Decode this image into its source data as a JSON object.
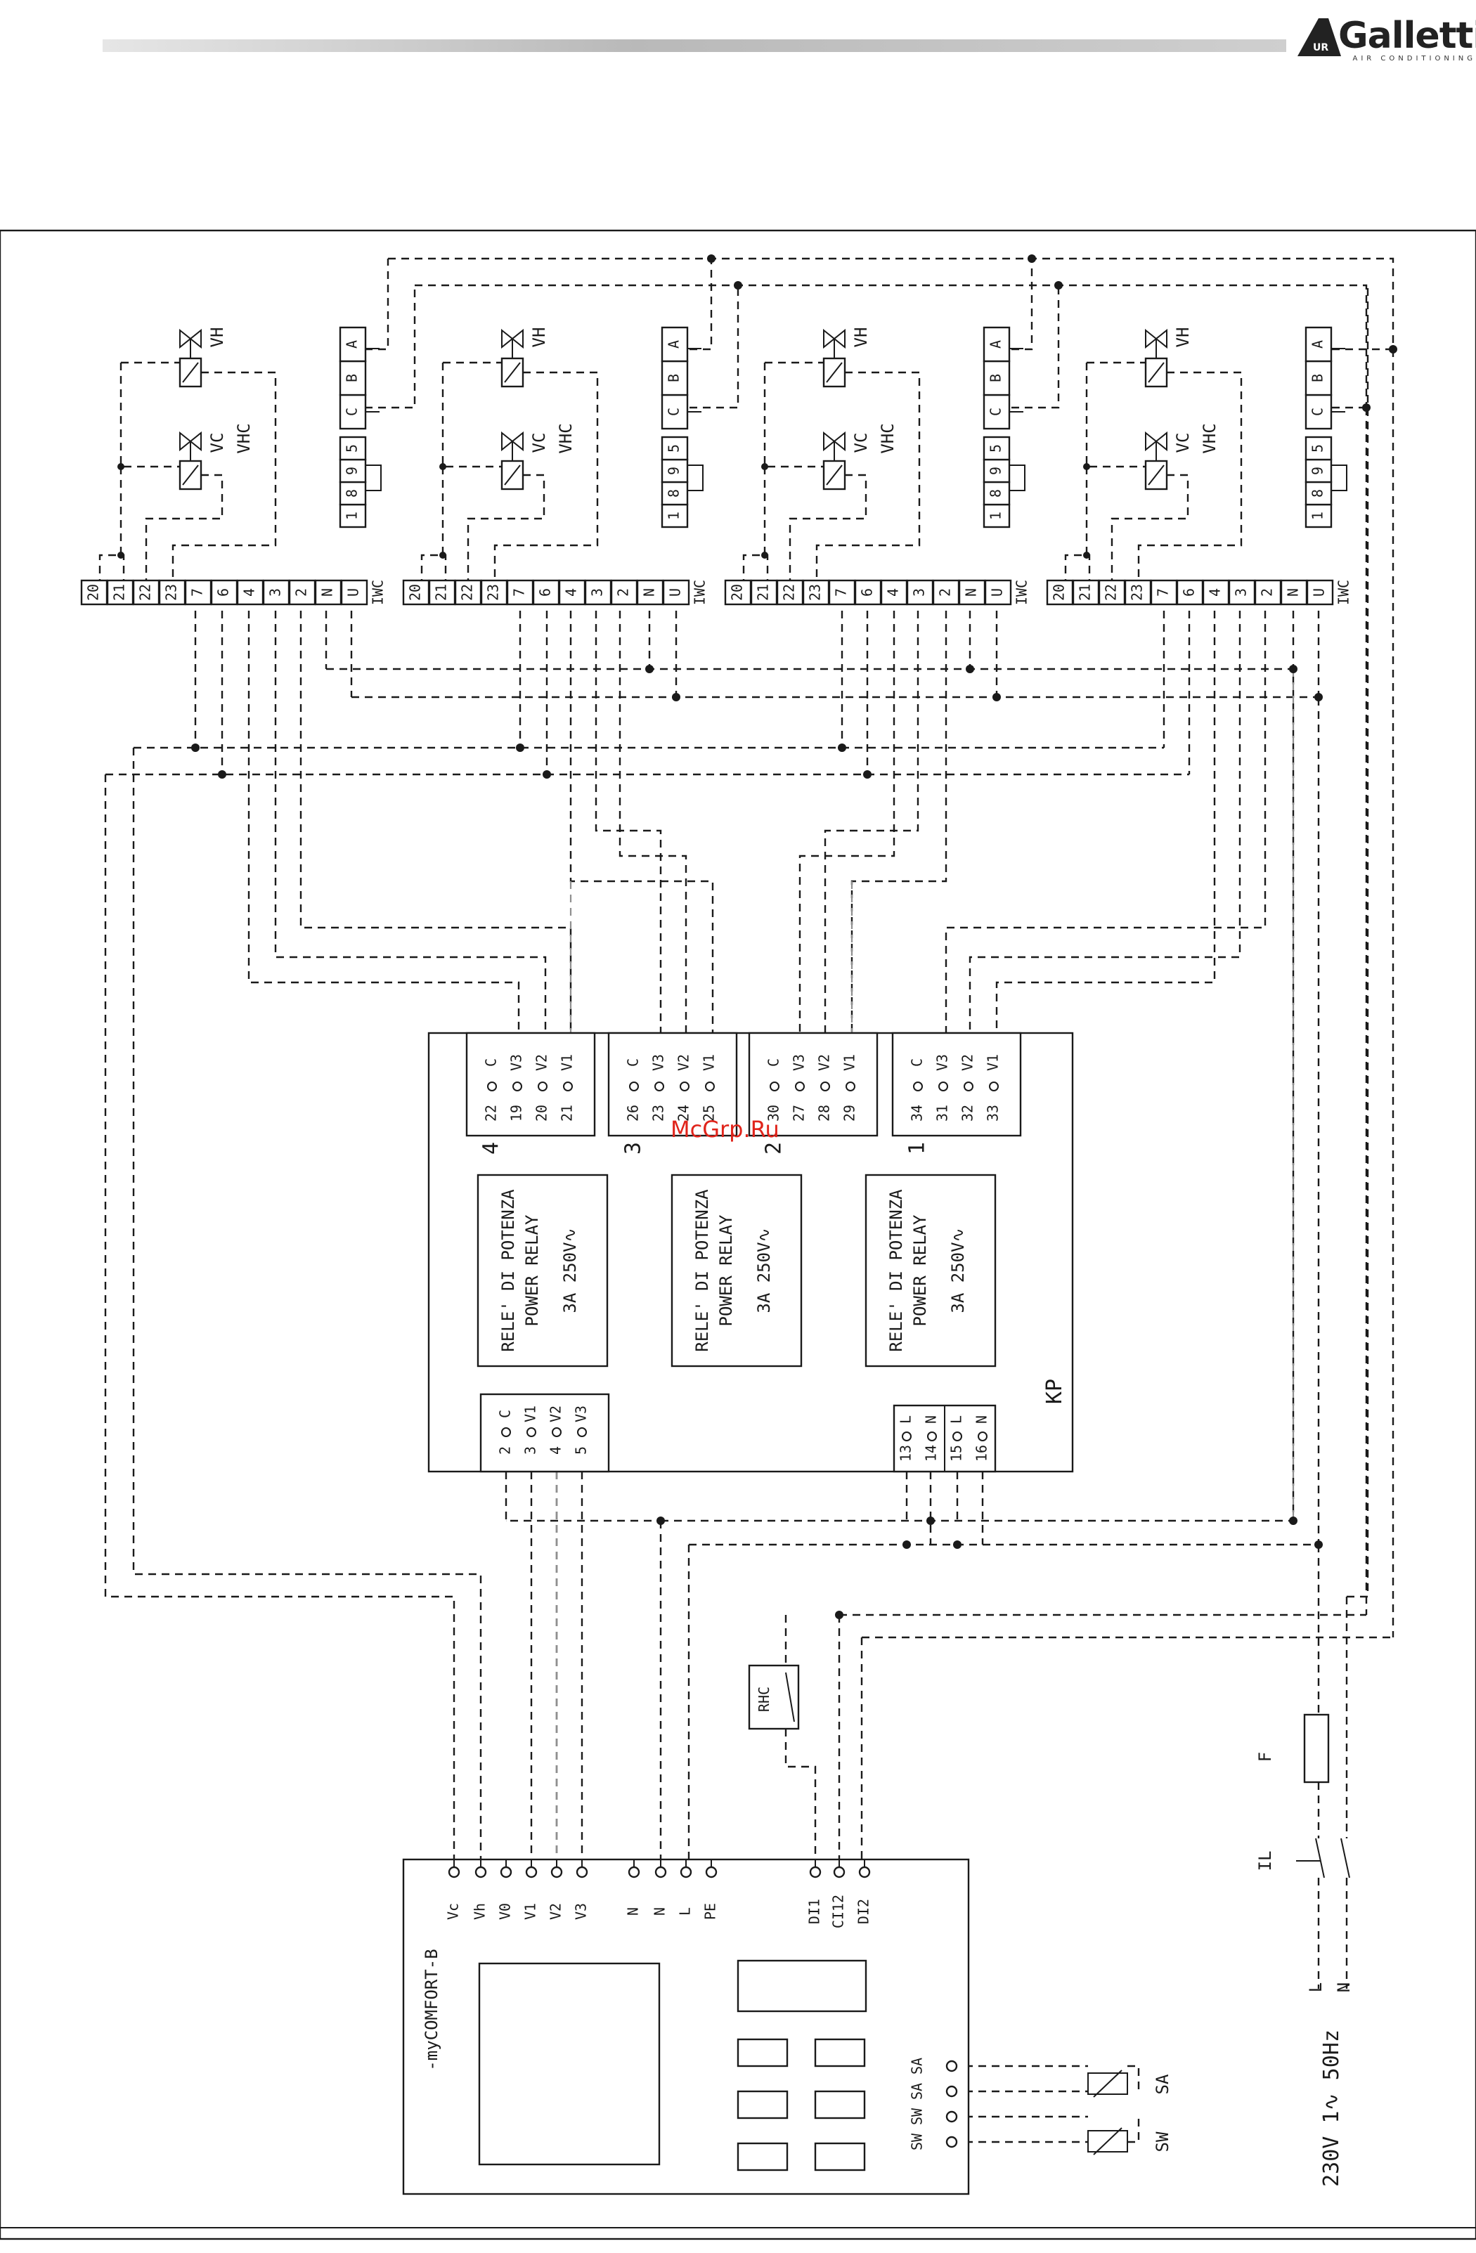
{
  "brand": {
    "name": "Galletti",
    "tagline": "AIR CONDITIONING"
  },
  "watermark": "McGrp.Ru",
  "units": [
    {
      "id": 1,
      "terminal_block": [
        "20",
        "21",
        "22",
        "23",
        "7",
        "6",
        "4",
        "3",
        "2",
        "N",
        "U"
      ],
      "terminal_label": "IWC",
      "connector_cba": [
        "C",
        "B",
        "A"
      ],
      "connector_1895": [
        "1",
        "8",
        "9",
        "5"
      ],
      "valve_labels": {
        "vh": "VH",
        "vc": "VC",
        "vhc": "VHC"
      }
    },
    {
      "id": 2,
      "terminal_block": [
        "20",
        "21",
        "22",
        "23",
        "7",
        "6",
        "4",
        "3",
        "2",
        "N",
        "U"
      ],
      "terminal_label": "IWC",
      "connector_cba": [
        "C",
        "B",
        "A"
      ],
      "connector_1895": [
        "1",
        "8",
        "9",
        "5"
      ],
      "valve_labels": {
        "vh": "VH",
        "vc": "VC",
        "vhc": "VHC"
      }
    },
    {
      "id": 3,
      "terminal_block": [
        "20",
        "21",
        "22",
        "23",
        "7",
        "6",
        "4",
        "3",
        "2",
        "N",
        "U"
      ],
      "terminal_label": "IWC",
      "connector_cba": [
        "C",
        "B",
        "A"
      ],
      "connector_1895": [
        "1",
        "8",
        "9",
        "5"
      ],
      "valve_labels": {
        "vh": "VH",
        "vc": "VC",
        "vhc": "VHC"
      }
    },
    {
      "id": 4,
      "terminal_block": [
        "20",
        "21",
        "22",
        "23",
        "7",
        "6",
        "4",
        "3",
        "2",
        "N",
        "U"
      ],
      "terminal_label": "IWC",
      "connector_cba": [
        "C",
        "B",
        "A"
      ],
      "connector_1895": [
        "1",
        "8",
        "9",
        "5"
      ],
      "valve_labels": {
        "vh": "VH",
        "vc": "VC",
        "vhc": "VHC"
      }
    }
  ],
  "kp": {
    "label": "KP",
    "output_groups": [
      {
        "number": "4",
        "rows": [
          {
            "name": "C",
            "pin": "22"
          },
          {
            "name": "V3",
            "pin": "19"
          },
          {
            "name": "V2",
            "pin": "20"
          },
          {
            "name": "V1",
            "pin": "21"
          }
        ]
      },
      {
        "number": "3",
        "rows": [
          {
            "name": "C",
            "pin": "26"
          },
          {
            "name": "V3",
            "pin": "23"
          },
          {
            "name": "V2",
            "pin": "24"
          },
          {
            "name": "V1",
            "pin": "25"
          }
        ]
      },
      {
        "number": "2",
        "rows": [
          {
            "name": "C",
            "pin": "30"
          },
          {
            "name": "V3",
            "pin": "27"
          },
          {
            "name": "V2",
            "pin": "28"
          },
          {
            "name": "V1",
            "pin": "29"
          }
        ]
      },
      {
        "number": "1",
        "rows": [
          {
            "name": "C",
            "pin": "34"
          },
          {
            "name": "V3",
            "pin": "31"
          },
          {
            "name": "V2",
            "pin": "32"
          },
          {
            "name": "V1",
            "pin": "33"
          }
        ]
      }
    ],
    "relays": [
      {
        "line1": "RELE' DI POTENZA",
        "line2": "POWER RELAY",
        "line3": "3A 250V∿"
      },
      {
        "line1": "RELE' DI POTENZA",
        "line2": "POWER RELAY",
        "line3": "3A 250V∿"
      },
      {
        "line1": "RELE' DI POTENZA",
        "line2": "POWER RELAY",
        "line3": "3A 250V∿"
      }
    ],
    "input_rows": [
      {
        "pin": "2",
        "name": "C"
      },
      {
        "pin": "3",
        "name": "V1"
      },
      {
        "pin": "4",
        "name": "V2"
      },
      {
        "pin": "5",
        "name": "V3"
      }
    ],
    "power_rows": [
      {
        "pin": "13",
        "name": "L"
      },
      {
        "pin": "14",
        "name": "N"
      },
      {
        "pin": "15",
        "name": "L"
      },
      {
        "pin": "16",
        "name": "N"
      }
    ]
  },
  "rhc": "RHC",
  "controller": {
    "name": "-myCOMFORT-B",
    "terminals": [
      "Vc",
      "Vh",
      "V0",
      "V1",
      "V2",
      "V3",
      "N",
      "N",
      "L",
      "PE",
      "DI1",
      "CI12",
      "DI2"
    ],
    "sensor_terminals": [
      "SA",
      "SA",
      "SW",
      "SW"
    ]
  },
  "sensors": {
    "sa": "SA",
    "sw": "SW"
  },
  "supply": {
    "fuse": "F",
    "switch": "IL",
    "line_l": "L",
    "line_n": "N",
    "spec": "230V  1∿  50Hz"
  }
}
